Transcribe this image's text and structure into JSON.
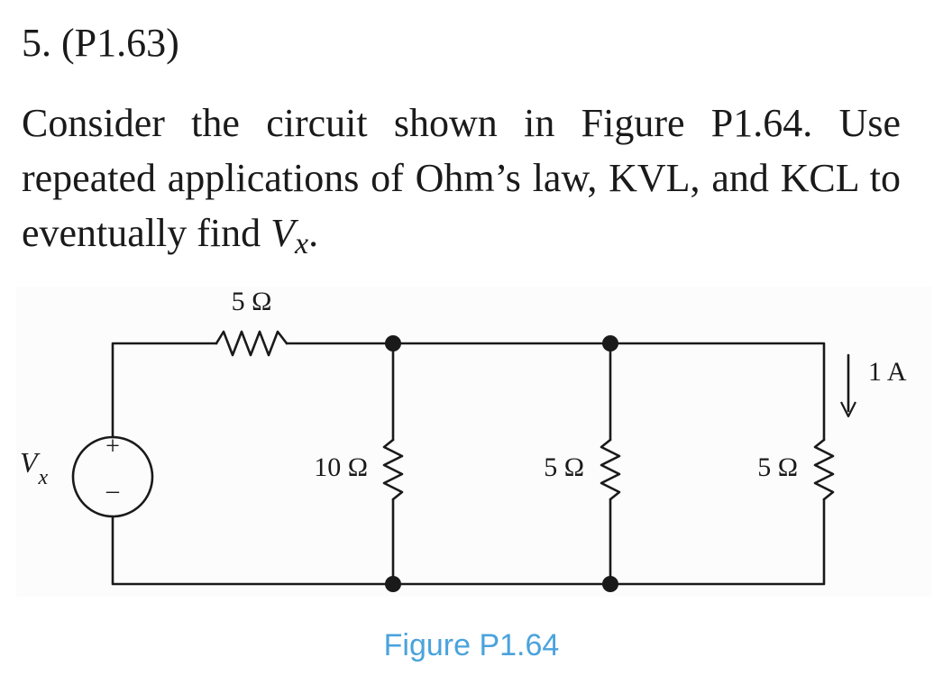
{
  "problem": {
    "number": "5. (P1.63)",
    "text_before_var": "Consider the circuit shown in Figure P1.64. Use repeated applications of Ohm’s law, KVL, and KCL to eventually find ",
    "var_symbol": "V",
    "var_subscript": "x",
    "text_after_var": "."
  },
  "figure": {
    "caption": "Figure P1.64",
    "caption_color": "#4aa3dc",
    "source_label_main": "V",
    "source_label_sub": "x",
    "source_plus": "+",
    "source_minus": "–",
    "series_resistor_label": "5 Ω",
    "shunt_resistor_1_label": "10 Ω",
    "shunt_resistor_2_label": "5 Ω",
    "shunt_resistor_3_label": "5 Ω",
    "current_label": "1 A"
  }
}
